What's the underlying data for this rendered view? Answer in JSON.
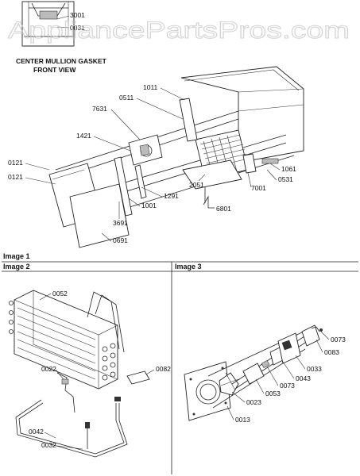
{
  "watermark": "AppliancePartsPros.com",
  "top_caption": {
    "line1": "CENTER MULLION GASKET",
    "line2": "FRONT VIEW"
  },
  "sections": {
    "image1": "Image 1",
    "image2": "Image 2",
    "image3": "Image 3"
  },
  "labels": {
    "top": [
      "3001",
      "0031"
    ],
    "image1": [
      "1011",
      "0511",
      "7631",
      "1421",
      "0121",
      "0121",
      "1061",
      "0531",
      "7001",
      "2051",
      "6801",
      "1291",
      "1001",
      "3691",
      "0691"
    ],
    "image2": [
      "0052",
      "0022",
      "0082",
      "0042",
      "0032"
    ],
    "image3": [
      "0073",
      "0083",
      "0033",
      "0043",
      "0073",
      "0053",
      "0023",
      "0013"
    ]
  }
}
